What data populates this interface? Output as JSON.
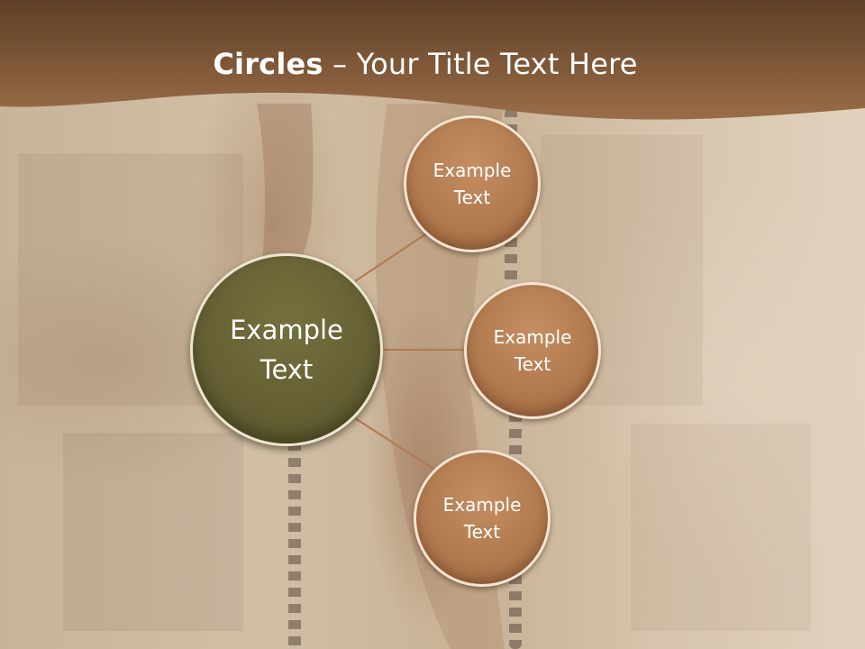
{
  "slide": {
    "title_bold": "Circles",
    "title_rest": " – Your Title Text Here"
  },
  "diagram": {
    "center": {
      "label_line1": "Example",
      "label_line2": "Text"
    },
    "nodes": [
      {
        "label_line1": "Example",
        "label_line2": "Text"
      },
      {
        "label_line1": "Example",
        "label_line2": "Text"
      },
      {
        "label_line1": "Example",
        "label_line2": "Text"
      }
    ]
  },
  "colors": {
    "title_band": "#7a5434",
    "center_circle": "#656134",
    "node_circle": "#b27a4f",
    "connector": "#b27a4f",
    "circle_border": "#f4e4d2"
  }
}
